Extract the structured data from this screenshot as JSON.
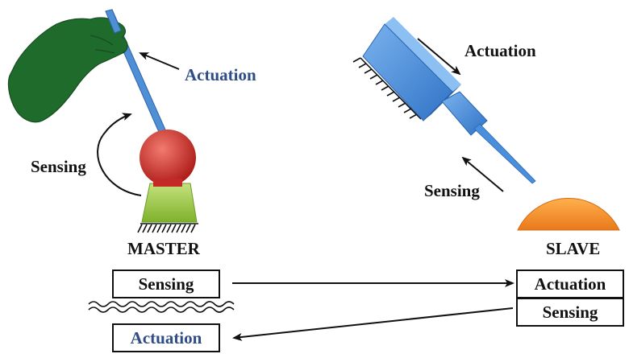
{
  "master": {
    "title": "MASTER",
    "actuation_label": "Actuation",
    "sensing_label": "Sensing"
  },
  "slave": {
    "title": "SLAVE",
    "actuation_label": "Actuation",
    "sensing_label": "Sensing"
  },
  "bottom": {
    "master_sensing_box": "Sensing",
    "master_actuation_box": "Actuation",
    "slave_actuation_box": "Actuation",
    "slave_sensing_box": "Sensing"
  },
  "colors": {
    "hand": "#1f6b2c",
    "stick": "#4f8fd6",
    "joint_ball": "#d8342f",
    "base": "#9ccd4a",
    "slave_tool": "#4a8fdb",
    "tissue": "#f7941d",
    "actuation_text": "#2e4d86"
  }
}
